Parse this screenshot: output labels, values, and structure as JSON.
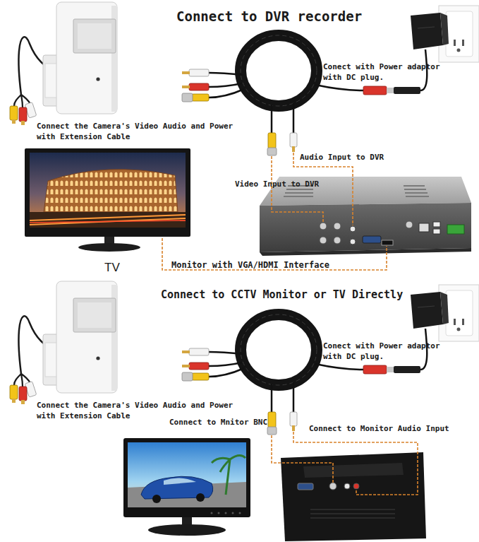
{
  "diagram": {
    "title": "Connect to DVR recorder",
    "nodes": [
      {
        "text": [
          "TV"
        ]
      }
    ],
    "labels": [
      "Conect with Power adaptor with DC plug.",
      "Connect the Camera's Video Audio and Power with Extension Cable",
      "Audio Input to DVR",
      "Video Input to DVR",
      "Monitor with VGA/HDMI Interface",
      "Connect to CCTV Monitor or TV Directly",
      "Conect with Power adaptor with DC plug.",
      "Connect the Camera's Video Audio and Power with Extension Cable",
      "Connect to Mnitor BNC",
      "Connect to Monitor Audio Input"
    ]
  }
}
